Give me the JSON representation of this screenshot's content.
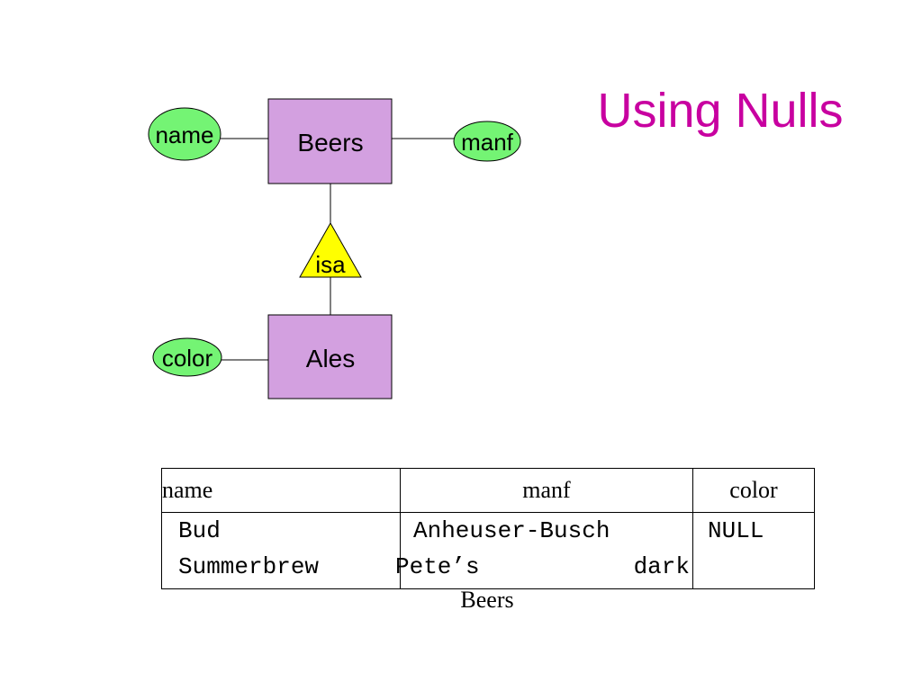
{
  "slide": {
    "title": "Using Nulls",
    "title_color": "#c800a0"
  },
  "diagram": {
    "entities": {
      "beers": "Beers",
      "ales": "Ales"
    },
    "attributes": {
      "name": "name",
      "manf": "manf",
      "color": "color"
    },
    "isa": "isa",
    "colors": {
      "attribute_fill": "#74f474",
      "entity_fill": "#d3a0e0",
      "isa_fill": "#ffff00"
    }
  },
  "table": {
    "headers": [
      "name",
      "manf",
      "color"
    ],
    "rows": [
      {
        "name": "Bud",
        "manf": "Anheuser-Busch",
        "color": "NULL"
      },
      {
        "name": "Summerbrew",
        "manf": "Pete’s",
        "color": "dark"
      }
    ],
    "caption": "Beers"
  }
}
